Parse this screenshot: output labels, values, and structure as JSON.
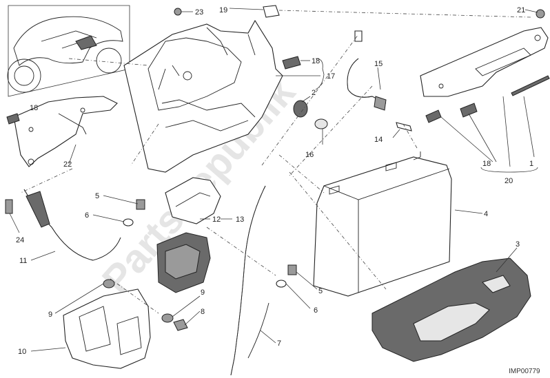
{
  "diagram": {
    "watermark": "PartsRepublik",
    "image_ref": "IMP00779",
    "labels": [
      {
        "id": "l23",
        "text": "23"
      },
      {
        "id": "l19",
        "text": "19"
      },
      {
        "id": "l21",
        "text": "21"
      },
      {
        "id": "l18a",
        "text": "18"
      },
      {
        "id": "l18b",
        "text": "18"
      },
      {
        "id": "l18c",
        "text": "18"
      },
      {
        "id": "l17",
        "text": "17"
      },
      {
        "id": "l2",
        "text": "2"
      },
      {
        "id": "l15",
        "text": "15"
      },
      {
        "id": "l16",
        "text": "16"
      },
      {
        "id": "l14",
        "text": "14"
      },
      {
        "id": "l22",
        "text": "22"
      },
      {
        "id": "l20",
        "text": "20"
      },
      {
        "id": "l1",
        "text": "1"
      },
      {
        "id": "l4",
        "text": "4"
      },
      {
        "id": "l5a",
        "text": "5"
      },
      {
        "id": "l6a",
        "text": "6"
      },
      {
        "id": "l12",
        "text": "12"
      },
      {
        "id": "l13",
        "text": "13"
      },
      {
        "id": "l24",
        "text": "24"
      },
      {
        "id": "l11",
        "text": "11"
      },
      {
        "id": "l3",
        "text": "3"
      },
      {
        "id": "l5b",
        "text": "5"
      },
      {
        "id": "l6b",
        "text": "6"
      },
      {
        "id": "l9a",
        "text": "9"
      },
      {
        "id": "l9b",
        "text": "9"
      },
      {
        "id": "l8",
        "text": "8"
      },
      {
        "id": "l7",
        "text": "7"
      },
      {
        "id": "l10",
        "text": "10"
      }
    ]
  }
}
